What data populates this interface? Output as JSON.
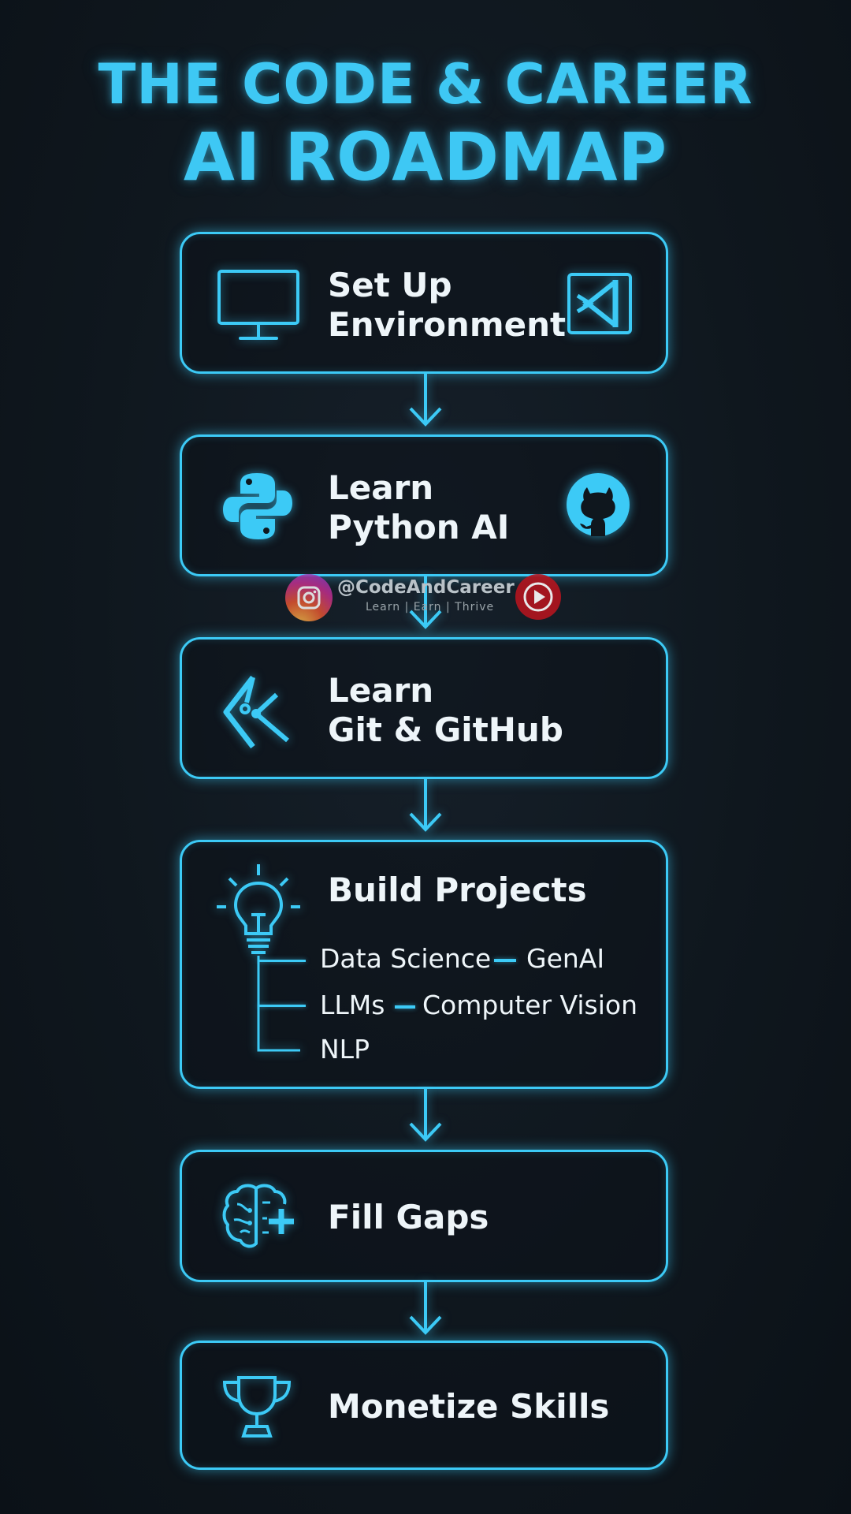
{
  "title": {
    "line1": "THE CODE & CAREER",
    "line2": "AI ROADMAP"
  },
  "steps": [
    {
      "lines": [
        "Set Up",
        "Environment"
      ],
      "icon": "monitor-icon",
      "icon_right": "vscode-icon"
    },
    {
      "lines": [
        "Learn",
        "Python AI"
      ],
      "icon": "python-icon",
      "icon_right": "github-icon"
    },
    {
      "lines": [
        "Learn",
        "Git & GitHub"
      ],
      "icon": "git-icon"
    },
    {
      "lines": [
        "Build Projects"
      ],
      "icon": "lightbulb-icon",
      "sub_items": [
        {
          "a": "Data Science",
          "b": "GenAI"
        },
        {
          "a": "LLMs",
          "b": "Computer Vision"
        },
        {
          "a": "NLP"
        }
      ]
    },
    {
      "lines": [
        "Fill Gaps"
      ],
      "icon": "brain-plus-icon"
    },
    {
      "lines": [
        "Monetize Skills"
      ],
      "icon": "trophy-icon"
    }
  ],
  "watermark": {
    "handle": "@CodeAndCareer",
    "tagline": "Learn | Earn | Thrive",
    "icons": [
      "instagram-icon",
      "youtube-icon"
    ]
  },
  "colors": {
    "accent": "#3ccaf6",
    "background": "#0f171e",
    "text": "#eef5f9"
  }
}
